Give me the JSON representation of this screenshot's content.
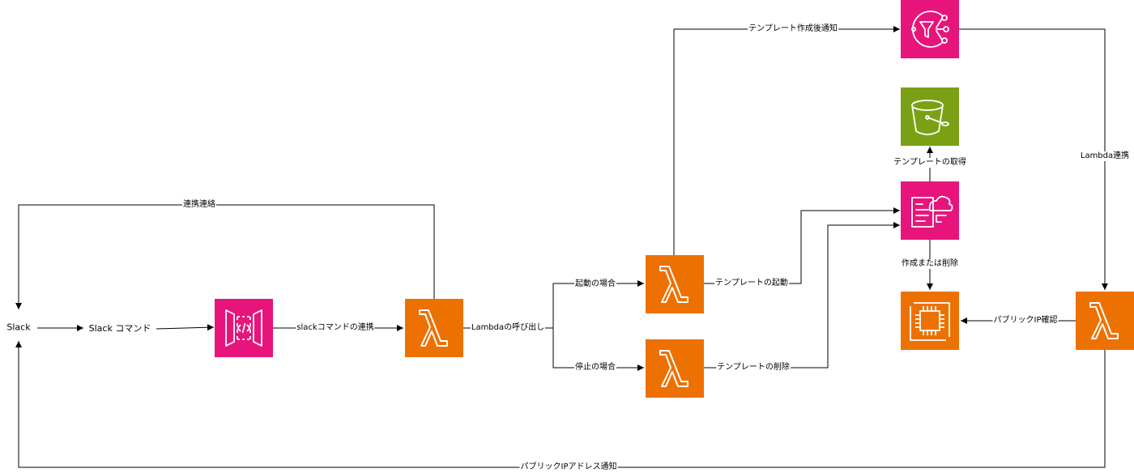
{
  "nodes": {
    "slack": "Slack",
    "slack_command": "Slack コマンド"
  },
  "edges": {
    "renkei_renraku": "連携連絡",
    "slack_command_renkei": "slackコマンドの連携",
    "lambda_yobidashi": "Lambdaの呼び出し",
    "kidou_no_baai": "起動の場合",
    "teishi_no_baai": "停止の場合",
    "template_kidou": "テンプレートの起動",
    "template_sakujo": "テンプレートの削除",
    "template_notify": "テンプレート作成後通知",
    "template_shutoku": "テンプレートの取得",
    "sakusei_sakujo": "作成または削除",
    "lambda_renkei": "Lambda連携",
    "public_ip_kakunin": "パブリックIP確認",
    "public_ip_tsuchi": "パブリックIPアドレス通知"
  },
  "colors": {
    "lambda": "#ED7100",
    "api_gateway": "#E7157B",
    "sns": "#E7157B",
    "cloudformation": "#E7157B",
    "s3": "#7AA116",
    "ec2": "#ED7100",
    "line": "#000000"
  },
  "icons": [
    "api-gateway-icon",
    "lambda-icon",
    "sns-icon",
    "s3-icon",
    "cloudformation-icon",
    "ec2-icon"
  ]
}
